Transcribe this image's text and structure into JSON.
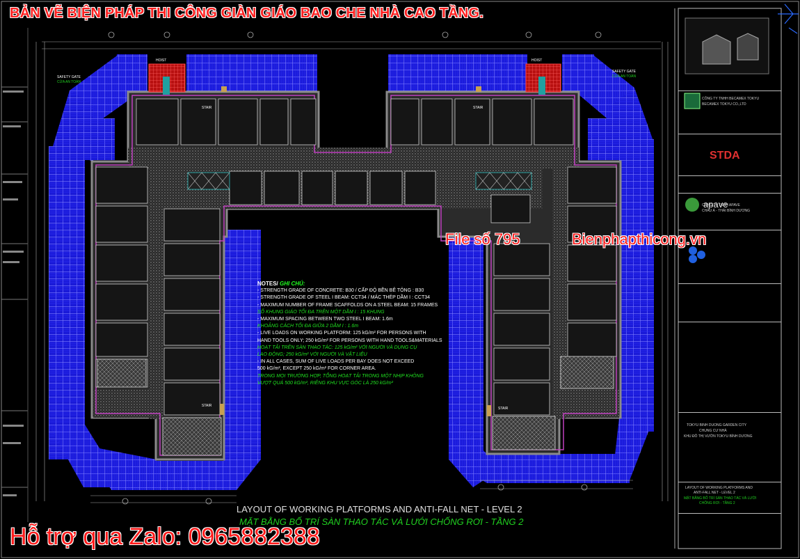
{
  "overlays": {
    "title": "BẢN VẼ BIỆN PHÁP THI CÔNG GIÀN GIÁO BAO CHE NHÀ CAO TẦNG.",
    "file_no": "File số 795",
    "site": "Bienphapthicong.vn",
    "zalo": "Hỗ trợ qua Zalo: 0965882388"
  },
  "drawing": {
    "title_en": "LAYOUT OF WORKING PLATFORMS AND ANTI-FALL NET - LEVEL 2",
    "title_vi": "MẶT BẰNG BỐ TRÍ SÀN THAO TÁC VÀ LƯỚI CHỐNG RƠI - TẦNG 2",
    "labels": {
      "hoist_left": "HOIST",
      "hoist_right": "HOIST",
      "safety_gate_left": "SAFETY GATE",
      "safety_gate_left_vi": "CỬA AN TOÀN",
      "safety_gate_right": "SAFETY GATE",
      "safety_gate_right_vi": "CỬA AN TOÀN",
      "stair": "STAIR"
    }
  },
  "notes": {
    "heading": "NOTES/",
    "heading_vi": "GHI CHÚ:",
    "lines": [
      {
        "lang": "en",
        "text": "- STRENGTH GRADE OF CONCRETE: B30 / CẤP ĐỘ BỀN BÊ TÔNG : B30"
      },
      {
        "lang": "en",
        "text": "- STRENGTH GRADE OF STEEL I BEAM: CCT34 / MÁC THÉP DẦM I : CCT34"
      },
      {
        "lang": "en",
        "text": "- MAXIMUM NUMBER OF FRAME SCAFFOLDS ON A STEEL BEAM: 15 FRAMES"
      },
      {
        "lang": "vi",
        "text": "SỐ KHUNG GIÁO TỐI ĐA TRÊN MỘT DẦM I : 15 KHUNG"
      },
      {
        "lang": "en",
        "text": "- MAXIMUM SPACING BETWEEN TWO STEEL I BEAM: 1.6m"
      },
      {
        "lang": "vi",
        "text": "KHOẢNG CÁCH TỐI ĐA GIỮA 2 DẦM I : 1.6m"
      },
      {
        "lang": "en",
        "text": "- LIVE LOADS ON WORKING PLATFORM: 125 kG/m² FOR PERSONS WITH"
      },
      {
        "lang": "en",
        "text": "HAND TOOLS ONLY; 250 kG/m² FOR PERSONS WITH HAND TOOLS&MATERIALS"
      },
      {
        "lang": "vi",
        "text": "HOẠT TẢI TRÊN SÀN THAO TÁC: 125 kG/m² VỚI NGƯỜI VÀ DỤNG CỤ"
      },
      {
        "lang": "vi",
        "text": "LAO ĐỘNG; 250 kG/m² VỚI NGƯỜI VÀ VẬT LIỆU"
      },
      {
        "lang": "en",
        "text": "- IN ALL CASES, SUM OF LIVE LOADS PER BAY DOES NOT EXCEED"
      },
      {
        "lang": "en",
        "text": "500 kG/m², EXCEPT 250 kG/m² FOR CORNER AREA."
      },
      {
        "lang": "vi",
        "text": "TRONG MỌI TRƯỜNG HỢP, TỔNG HOẠT TẢI TRONG MỘT NHỊP KHÔNG"
      },
      {
        "lang": "vi",
        "text": "VƯỢT QUÁ 500 kG/m², RIÊNG KHU VỰC GÓC LÀ 250 kG/m²"
      }
    ]
  },
  "title_block": {
    "company_1": "CÔNG TY TNHH BECAMEX TOKYU",
    "company_1b": "BECAMEX TOKYU CO.,LTD",
    "logo_stda": "STDA",
    "logo_apave": "apave",
    "company_2": "CÔNG TY TNHH APAVE",
    "company_2b": "CHÂU Á - THÁI BÌNH DƯƠNG",
    "project_1": "TOKYU BINH DUONG GARDEN CITY",
    "project_2": "CHUNG CƯ NHÀ",
    "project_3": "KHU ĐÔ THỊ VƯỜN TOKYU BÌNH DƯƠNG",
    "sheet_title_1": "LAYOUT OF WORKING PLATFORMS AND",
    "sheet_title_2": "ANTI-FALL NET - LEVEL 2",
    "sheet_title_vi_1": "MẶT BẰNG BỐ TRÍ SÀN THAO TÁC VÀ LƯỚI",
    "sheet_title_vi_2": "CHỐNG RƠI - TẦNG 2"
  },
  "colors": {
    "background": "#000000",
    "scaffold_blue": "#1a1ad8",
    "scaffold_hatch": "#6a6aff",
    "wall_grey": "#6e6e6e",
    "hoist_red": "#d01818",
    "text_red": "#ff1a1a",
    "text_green": "#20d020",
    "net_magenta": "#c040c0"
  }
}
